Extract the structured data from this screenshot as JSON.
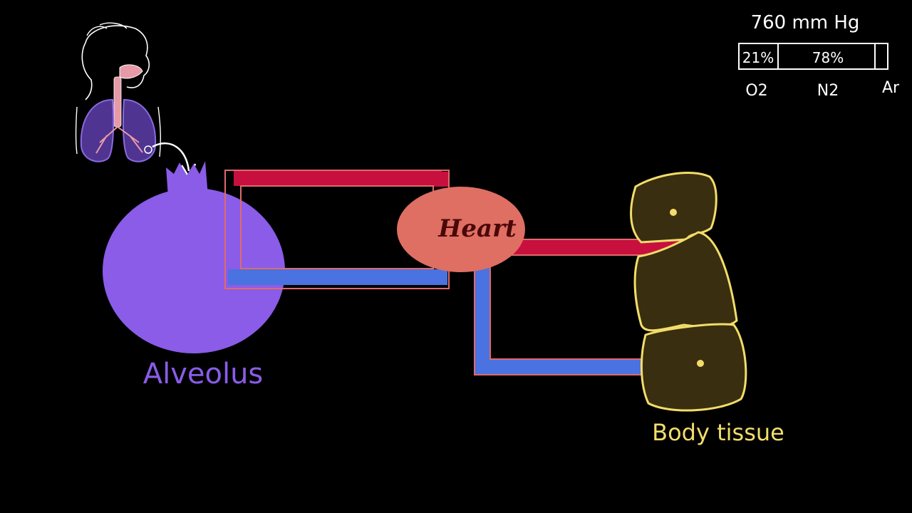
{
  "labels": {
    "alveolus": "Alveolus",
    "heart": "Heart",
    "body_tissue": "Body tissue",
    "pressure": "760 mm Hg"
  },
  "air_composition": {
    "o2_percent": "21%",
    "n2_percent": "78%",
    "o2_label": "O2",
    "n2_label": "N2",
    "ar_label": "Ar"
  },
  "colors": {
    "background": "#000000",
    "alveolus": "#8a5ce8",
    "oxygenated": "#c8103e",
    "deoxygenated": "#4a72e0",
    "vessel_outline": "#e06a6a",
    "heart": "#df6f63",
    "heart_text": "#4a0808",
    "tissue_fill": "#3a2e10",
    "tissue_outline": "#f2dd6a",
    "lung": "#7a55d6",
    "chalk": "#ffffff"
  }
}
